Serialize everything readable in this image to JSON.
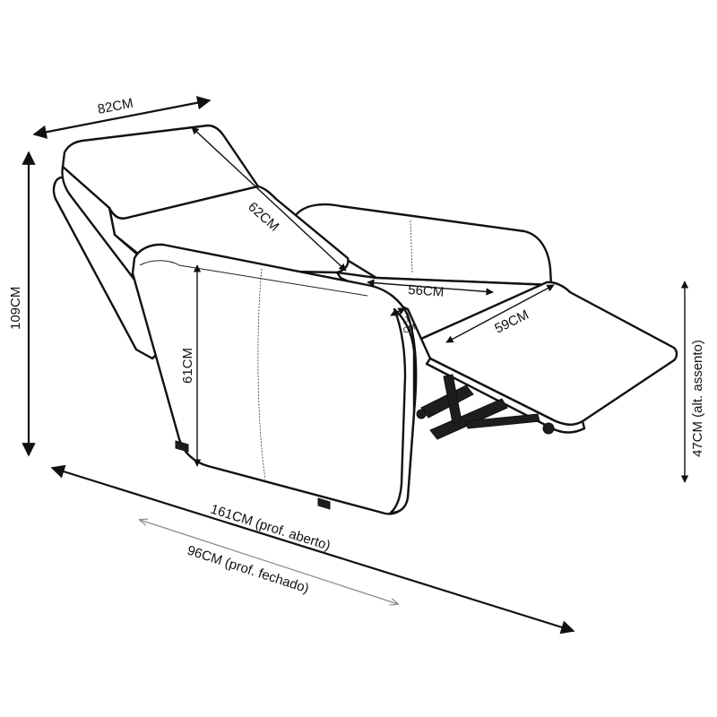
{
  "dimensions": {
    "width": "82CM",
    "height": "109CM",
    "backrest": "62CM",
    "seat_depth": "56CM",
    "footrest": "59CM",
    "armrest_height": "61CM",
    "arm_width_top": "11",
    "arm_width_bottom": "CM",
    "seat_height": "47CM (alt. assento)",
    "depth_open": "161CM (prof. aberto)",
    "depth_closed": "96CM (prof. fechado)"
  },
  "colors": {
    "line": "#111111",
    "grey_arrow": "#8a8a8a",
    "fill": "#ffffff"
  }
}
